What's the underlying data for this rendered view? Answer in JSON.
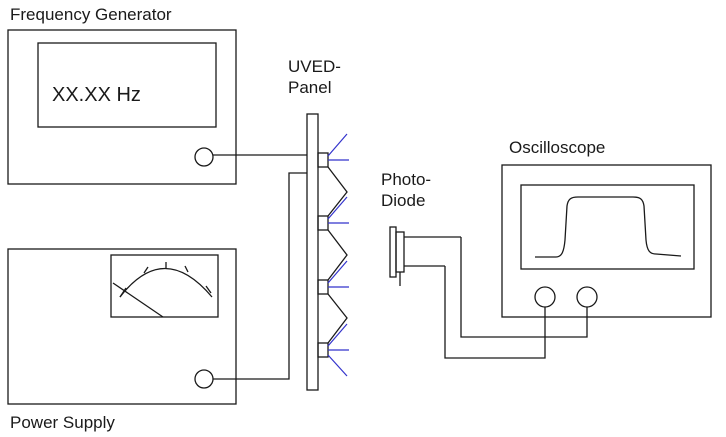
{
  "labels": {
    "frequency_generator": "Frequency Generator",
    "frequency_display": "XX.XX Hz",
    "power_supply": "Power Supply",
    "uved_panel_line1": "UVED-",
    "uved_panel_line2": "Panel",
    "photodiode_line1": "Photo-",
    "photodiode_line2": "Diode",
    "oscilloscope": "Oscilloscope"
  },
  "colors": {
    "line": "#1a1a1a",
    "uv_rays": "#3333cc"
  },
  "uved_panel": {
    "led_count": 4
  }
}
